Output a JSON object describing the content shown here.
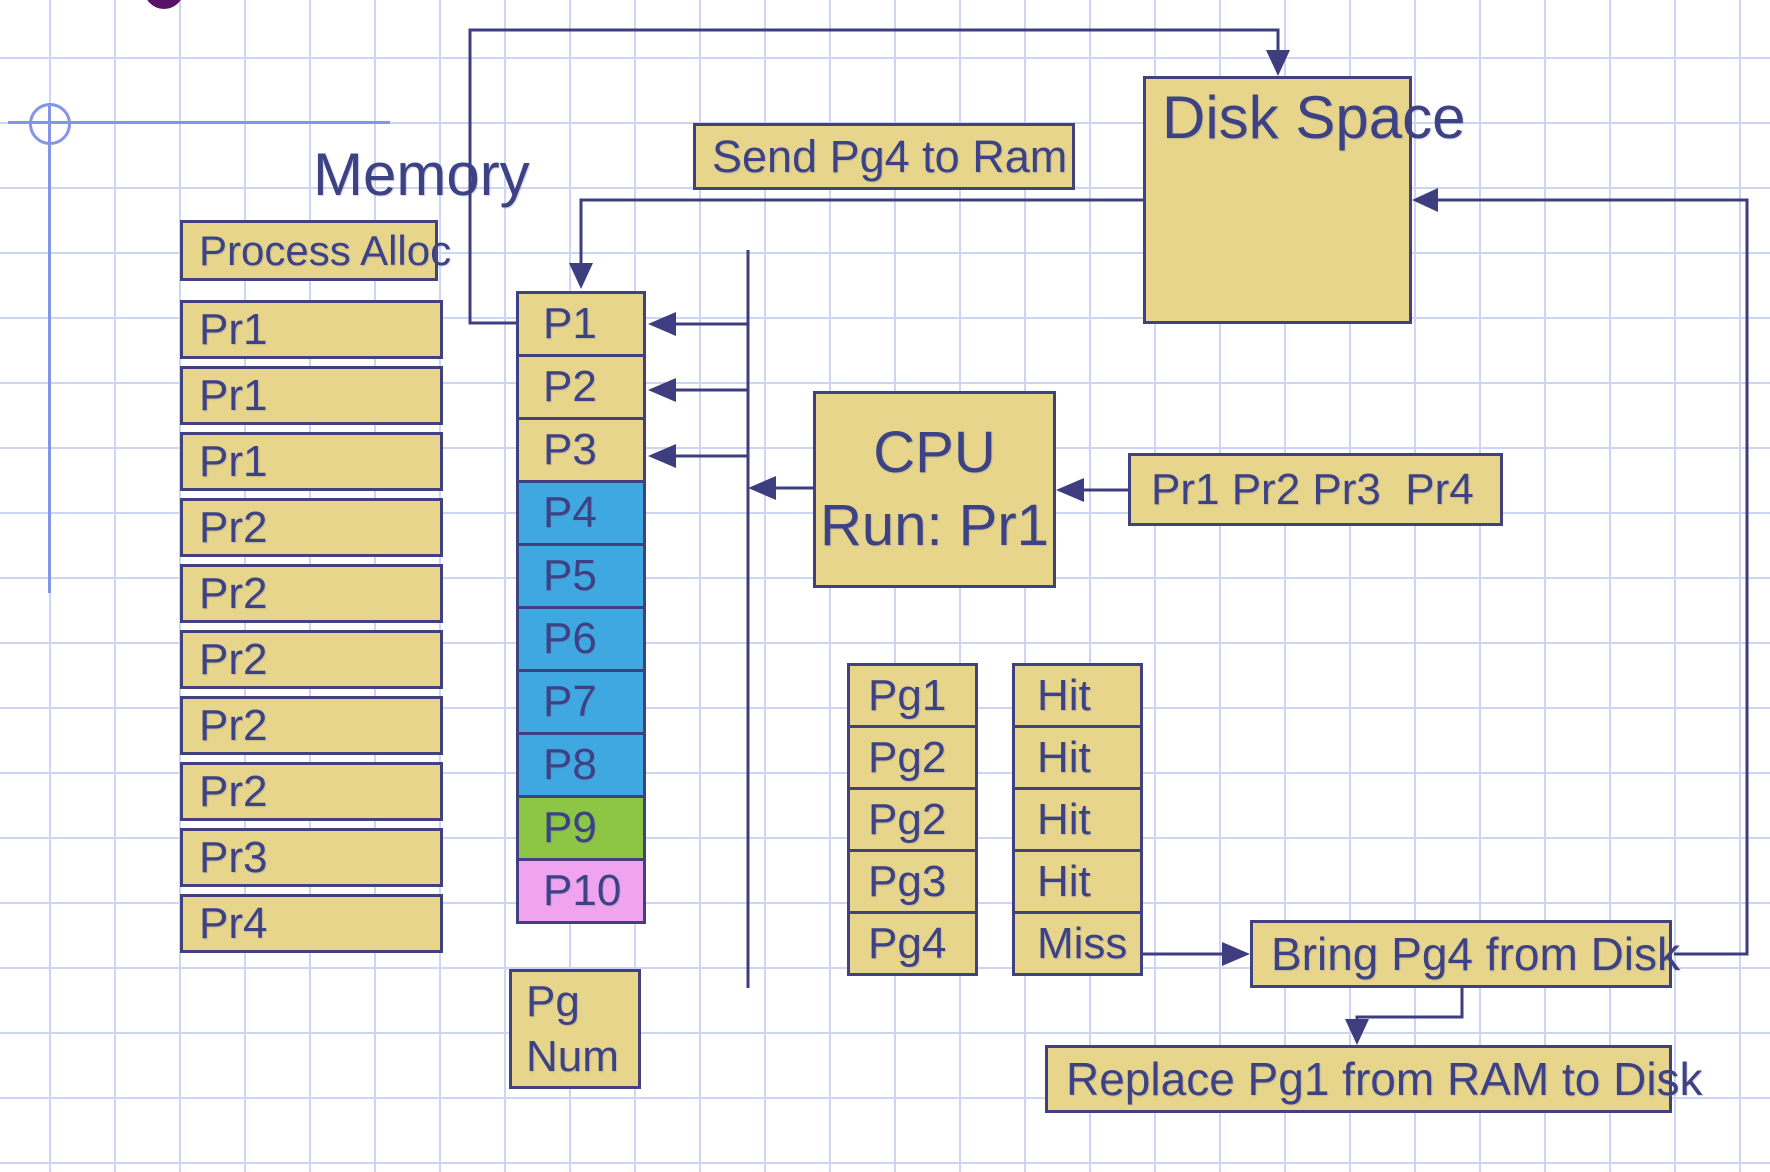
{
  "slide": {
    "title": "Memory",
    "memory": {
      "header": "Process Alloc",
      "process_rows": [
        "Pr1",
        "Pr1",
        "Pr1",
        "Pr2",
        "Pr2",
        "Pr2",
        "Pr2",
        "Pr2",
        "Pr3",
        "Pr4"
      ],
      "page_frames": [
        {
          "label": "P1",
          "fill": "#e6d58b"
        },
        {
          "label": "P2",
          "fill": "#e6d58b"
        },
        {
          "label": "P3",
          "fill": "#e6d58b"
        },
        {
          "label": "P4",
          "fill": "#3fa8e1"
        },
        {
          "label": "P5",
          "fill": "#3fa8e1"
        },
        {
          "label": "P6",
          "fill": "#3fa8e1"
        },
        {
          "label": "P7",
          "fill": "#3fa8e1"
        },
        {
          "label": "P8",
          "fill": "#3fa8e1"
        },
        {
          "label": "P9",
          "fill": "#8cc644"
        },
        {
          "label": "P10",
          "fill": "#f0a4ef"
        }
      ],
      "column_caption_lines": [
        "Pg",
        "Num"
      ]
    },
    "disk": {
      "label": "Disk Space"
    },
    "cpu": {
      "name": "CPU",
      "run": "Run: Pr1"
    },
    "ready_queue": "Pr1 Pr2 Pr3  Pr4",
    "page_requests": [
      "Pg1",
      "Pg2",
      "Pg2",
      "Pg3",
      "Pg4"
    ],
    "lookup_results": [
      "Hit",
      "Hit",
      "Hit",
      "Hit",
      "Miss"
    ],
    "notes": {
      "send": "Send Pg4 to Ram",
      "bring": "Bring Pg4 from Disk",
      "replace": "Replace Pg1 from RAM to Disk"
    },
    "colors": {
      "box_fill": "#e6d58b",
      "box_border": "#414180",
      "text": "#3d4285",
      "frame_blue": "#3fa8e1",
      "frame_green": "#8cc644",
      "frame_pink": "#f0a4ef",
      "connector": "#3d3d80",
      "grid": "#ccd5f3",
      "ruler": "#8495e8",
      "bullet": "#5a1168"
    }
  }
}
